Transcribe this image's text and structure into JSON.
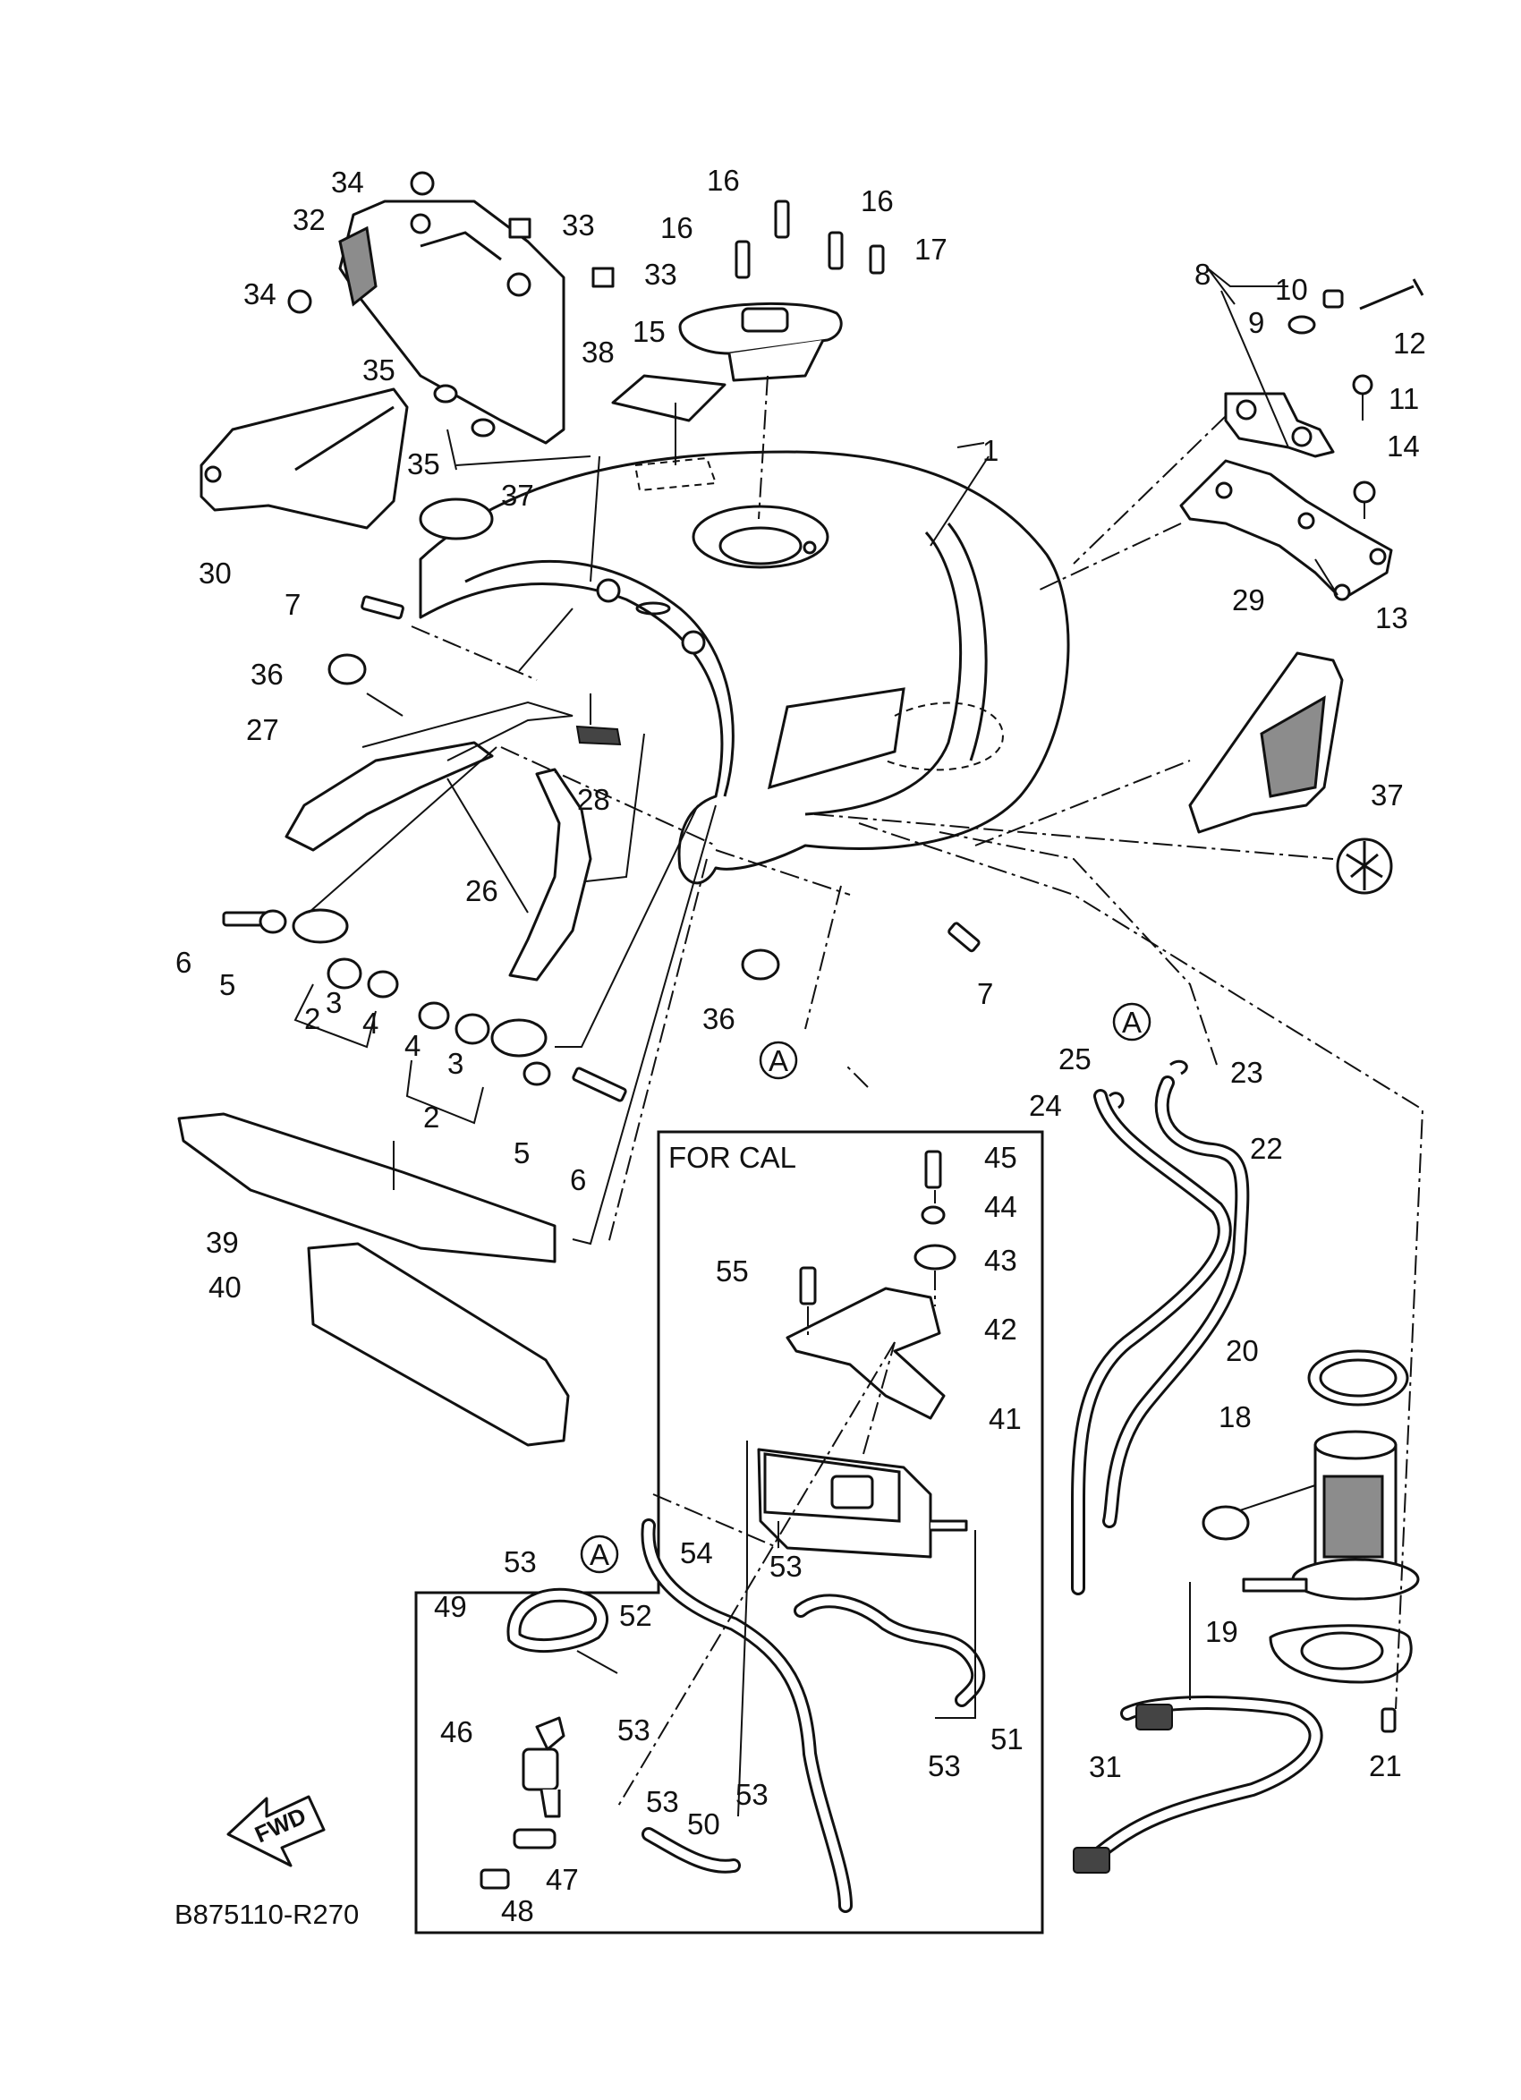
{
  "diagram": {
    "reference_code": "B875110-R270",
    "fwd_label": "FWD",
    "inset_box": {
      "title": "FOR CAL"
    },
    "markers": {
      "a1": "A",
      "a2": "A",
      "a3": "A"
    },
    "callouts": {
      "c1": "1",
      "c2a": "2",
      "c2b": "2",
      "c3a": "3",
      "c3b": "3",
      "c4a": "4",
      "c4b": "4",
      "c5a": "5",
      "c5b": "5",
      "c6a": "6",
      "c6b": "6",
      "c7a": "7",
      "c7b": "7",
      "c8": "8",
      "c9": "9",
      "c10": "10",
      "c11": "11",
      "c12": "12",
      "c13": "13",
      "c14": "14",
      "c15": "15",
      "c16a": "16",
      "c16b": "16",
      "c16c": "16",
      "c17": "17",
      "c18": "18",
      "c19": "19",
      "c20": "20",
      "c21": "21",
      "c22": "22",
      "c23": "23",
      "c24": "24",
      "c25": "25",
      "c26": "26",
      "c27": "27",
      "c28": "28",
      "c29": "29",
      "c30": "30",
      "c31": "31",
      "c32": "32",
      "c33a": "33",
      "c33b": "33",
      "c34a": "34",
      "c34b": "34",
      "c35a": "35",
      "c35b": "35",
      "c36a": "36",
      "c36b": "36",
      "c37a": "37",
      "c37b": "37",
      "c38": "38",
      "c39": "39",
      "c40": "40",
      "c41": "41",
      "c42": "42",
      "c43": "43",
      "c44": "44",
      "c45": "45",
      "c46": "46",
      "c47": "47",
      "c48": "48",
      "c49": "49",
      "c50": "50",
      "c51": "51",
      "c52": "52",
      "c53a": "53",
      "c53b": "53",
      "c53c": "53",
      "c53d": "53",
      "c53e": "53",
      "c53f": "53",
      "c54": "54",
      "c55": "55"
    }
  }
}
